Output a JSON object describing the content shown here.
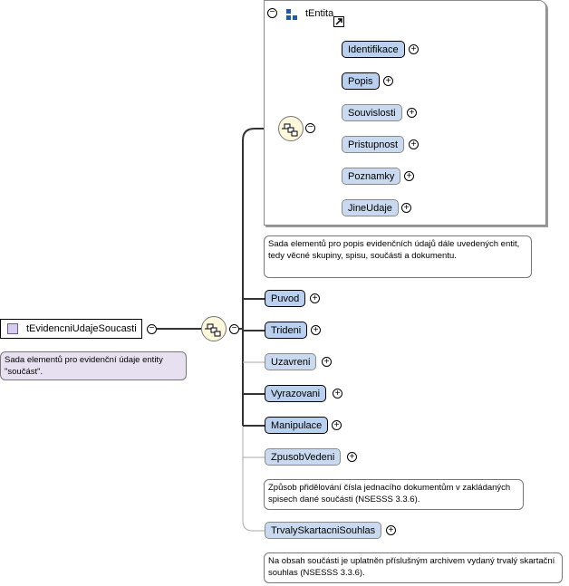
{
  "root": {
    "label": "tEvidencniUdajeSoucasti",
    "annotation": "Sada elementů pro evidenční údaje entity \"součást\"."
  },
  "group": {
    "title": "tEntita",
    "annotation": "Sada elementů pro popis evidenčních údajů dále uvedených entit, tedy věcné skupiny, spisu, součásti a dokumentu.",
    "children": [
      "Identifikace",
      "Popis",
      "Souvislosti",
      "Pristupnost",
      "Poznamky",
      "JineUdaje"
    ]
  },
  "elements": {
    "puvod": "Puvod",
    "trideni": "Trideni",
    "uzavreni": "Uzavreni",
    "vyrazovani": "Vyrazovani",
    "manipulace": "Manipulace",
    "zpusob_vedeni": "ZpusobVedeni",
    "zpusob_vedeni_note": "Způsob přidělování čísla jednacího dokumentům v zakládaných spisech dané součásti (NSESSS 3.3.6).",
    "trvaly": "TrvalySkartacniSouhlas",
    "trvaly_note": "Na obsah součásti je uplatněn příslušným archivem vydaný trvalý skartační souhlas (NSESSS 3.3.6)."
  },
  "symbols": {
    "plus": "+",
    "minus": "−"
  }
}
